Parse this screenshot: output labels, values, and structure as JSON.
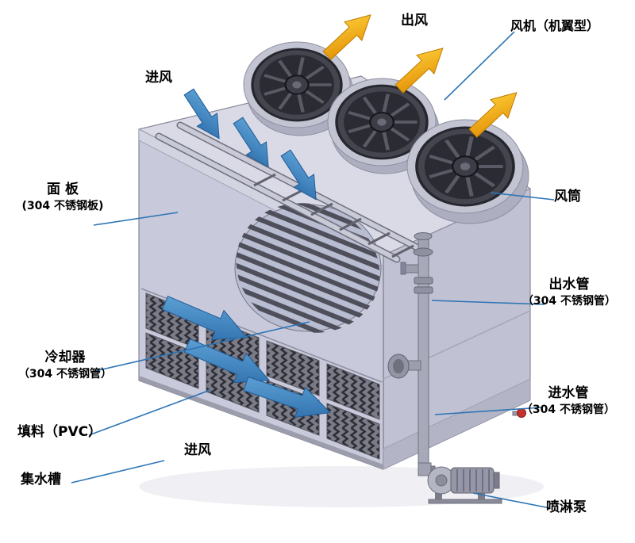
{
  "diagram": {
    "labels": {
      "air_out": "出风",
      "fan": "风机（机翼型）",
      "air_in_top": "进风",
      "panel": {
        "line1": "面 板",
        "line2": "(304 不锈钢板)"
      },
      "fan_duct": "风筒",
      "outlet_pipe": {
        "line1": "出水管",
        "line2": "（304 不锈钢管）"
      },
      "cooler": {
        "line1": "冷却器",
        "line2": "（304 不锈钢管）"
      },
      "inlet_pipe": {
        "line1": "进水管",
        "line2": "（304 不锈钢管）"
      },
      "fill": "填料（PVC）",
      "air_in_bottom": "进风",
      "water_basin": "集水槽",
      "spray_pump": "喷淋泵"
    },
    "colors": {
      "leader_line": "#2e75b6",
      "air_in_arrow": "#3f87c9",
      "air_out_arrow": "#f6a800",
      "cabinet_front": "#c8c9da",
      "cabinet_side": "#c0c1d3",
      "cabinet_top": "#d9dae6",
      "fan_blade": "#2b2b33",
      "text": "#000000"
    }
  }
}
